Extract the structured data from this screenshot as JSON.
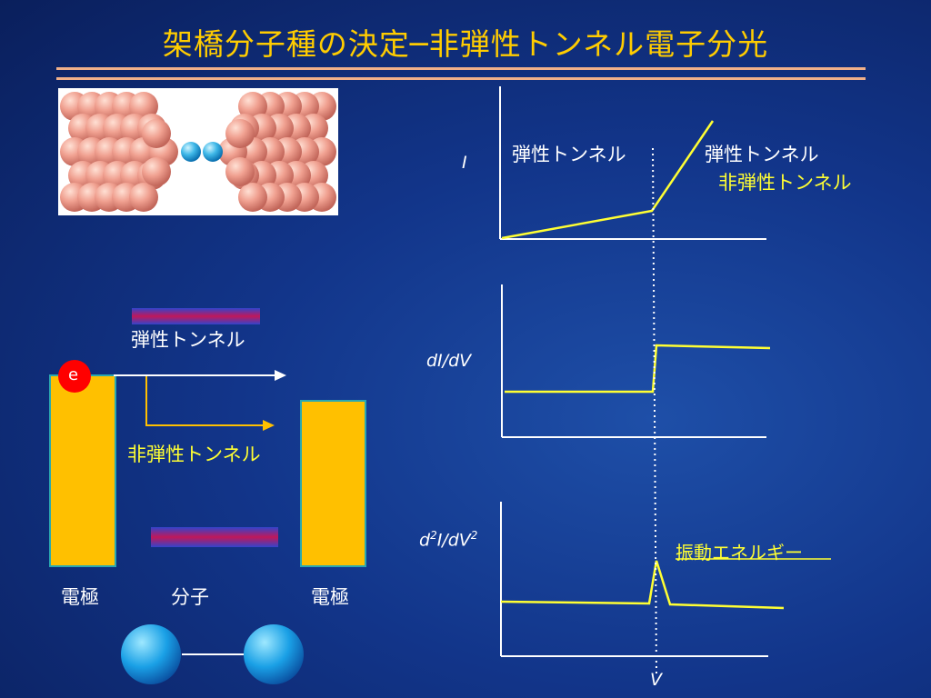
{
  "title": "架橋分子種の決定─非弾性トンネル電子分光",
  "schematic": {
    "electron": "e",
    "elastic_label": "弾性トンネル",
    "inelastic_label": "非弾性トンネル",
    "electrode_left": "電極",
    "molecule": "分子",
    "electrode_right": "電極"
  },
  "graphs": {
    "i_label": "I",
    "didv_label": "dI/dV",
    "d2_prefix": "d",
    "d2_sup": "2",
    "d2_mid": "I/dV",
    "d2_sup2": "2",
    "v_label": "V",
    "elastic_region": "弾性トンネル",
    "elastic_region_2": "弾性トンネル",
    "inelastic_region": "非弾性トンネル",
    "vibration_label": "振動エネルギー"
  },
  "colors": {
    "title": "#ffcc00",
    "curve": "#ffff33",
    "electrode": "#ffc000",
    "electron": "#ff0000"
  }
}
